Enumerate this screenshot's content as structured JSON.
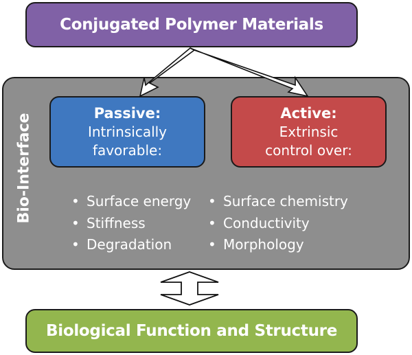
{
  "diagram": {
    "top": {
      "label": "Conjugated Polymer Materials",
      "color": "#8061a6"
    },
    "interface": {
      "label": "Bio-Interface",
      "color": "#8e8e8e"
    },
    "passive": {
      "heading": "Passive:",
      "lines": [
        "Intrinsically",
        "favorable:"
      ],
      "color": "#3f78c0",
      "items": [
        "Surface energy",
        "Stiffness",
        "Degradation"
      ]
    },
    "active": {
      "heading": "Active:",
      "lines": [
        "Extrinsic",
        "control over:"
      ],
      "color": "#c44a4a",
      "items": [
        "Surface chemistry",
        "Conductivity",
        "Morphology"
      ]
    },
    "bullet": "•",
    "bottom": {
      "label": "Biological Function and Structure",
      "color": "#93b64e"
    },
    "arrows": {
      "top_split": "arrow-to-passive-and-active",
      "bidirectional": "double-headed-vertical-arrow"
    }
  }
}
